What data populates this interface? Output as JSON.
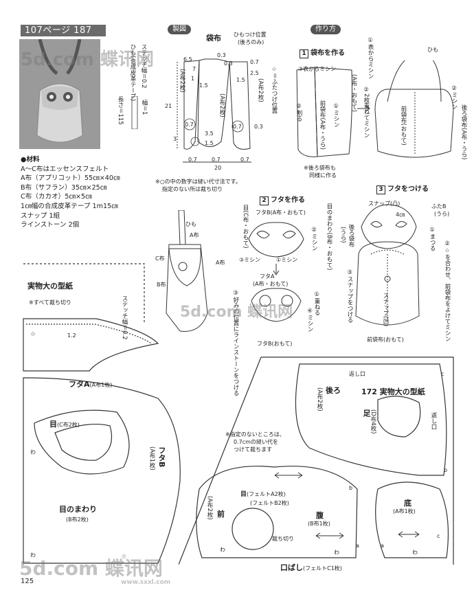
{
  "header": {
    "book_page": "107ページ 187",
    "page_number": "125"
  },
  "pills": {
    "diagram": "製図",
    "howto": "作り方"
  },
  "materials": {
    "title": "●材料",
    "lines": [
      "A～C布はエッセンスフェルト",
      "A布（アプリコット）55㎝×40㎝",
      "B布（サフラン）35㎝×25㎝",
      "C布（カカオ）5㎝×5㎝",
      "1㎝幅の合成皮革テープ 1m15㎝",
      "スナップ 1組",
      "ラインストーン 2個"
    ]
  },
  "diagram": {
    "title": "袋布",
    "strap_pos": "ひもつけ位置",
    "strap_pos_sub": "(後ろのみ)",
    "dims": [
      "6.5",
      "0.3",
      "0.3",
      "0.7",
      "2.5",
      "7",
      "1",
      "1.5",
      "1.5",
      "0.7",
      "0.7",
      "3.5",
      "1.5",
      "0.3",
      "3",
      "0.7",
      "0.7",
      "21",
      "20",
      "0.7"
    ],
    "cloth_left": "(A布2枚)",
    "cloth_center": "(A布2枚)",
    "cloth_right": "(A布2枚)",
    "flap_pos": "☆＝ふたつけ位置",
    "tape": "ひも(合成皮革テープ)",
    "stitch": "ステッチ幅＝0.2",
    "width_label": "幅＝1",
    "length_label": "長さ＝115",
    "note1": "※○の中の数字は縫い代寸法です。",
    "note2": "指定のない所は裁ち切り"
  },
  "howto": {
    "step1": {
      "num": "1",
      "title": "袋布を作る",
      "labels": [
        "③表からミシン",
        "(A布・おもて)",
        "前袋布(A布・うら)",
        "①ミシン",
        "②割る",
        "②2枚重ねてミシン",
        "①表からミシン",
        "ひも",
        "②ミシン",
        "後ろ袋布(A布・うら)",
        "前袋布(おもて)"
      ],
      "note1": "※後ろ袋布も",
      "note2": "同様に作る"
    },
    "step2": {
      "num": "2",
      "title": "フタを作る",
      "labels": [
        "フタB(A布・おもて)",
        "目(C布・おもて)",
        "目のまわり(B布・おもて)",
        "②ミシン",
        "③ミシン",
        "①ミシン",
        "フタA",
        "(A布・おもて)",
        "①重ねる",
        "③好みの位置にラインストーンをつける",
        "④ミシン",
        "フタB(おもて)"
      ]
    },
    "step3": {
      "num": "3",
      "title": "フタをつける",
      "labels": [
        "スナップ(凸)",
        "ふたB",
        "(うら)",
        "4㎝",
        "①まつる",
        "後ろ袋布",
        "(うら)",
        "②☆を合わせ、前袋布をよけてミシン",
        "③スナップをつける",
        "スナップ(凹)",
        "前袋布(おもて)"
      ]
    }
  },
  "side_labels": {
    "strap": "ひも",
    "a1": "A布",
    "c": "C布",
    "a2": "A布",
    "b": "B布"
  },
  "pattern_left": {
    "title": "実物大の型紙",
    "note": "※すべて裁ち切り",
    "stitch": "ステッチ幅＝0.2",
    "num": "1.2",
    "star": "☆",
    "futa_a": "フタA",
    "futa_a_cloth": "(A布1枚)",
    "eye": "目",
    "eye_cloth": "(C布2枚)",
    "futa_b": "フタB",
    "futa_b_cloth": "(A布1枚)",
    "eye_ring": "目のまわり",
    "eye_ring_cloth": "(B布2枚)",
    "wa1": "わ",
    "wa2": "わ"
  },
  "pattern_right": {
    "back_label": "後ろ",
    "back_cloth": "(A布2枚)",
    "return_top": "返し口",
    "title": "172 実物大の型紙",
    "foot": "足",
    "foot_cloth": "(D布4枚)",
    "return_foot": "返し口",
    "note1": "※指定のないところは、",
    "note2": "0.7cmの縫い代を",
    "note3": "つけて裁ちます",
    "eye": "目",
    "eye_felt_a": "(フェルトA2枚)",
    "eye_felt_b": "(フェルトB2枚)",
    "front": "前",
    "front_cloth": "(A布2枚)",
    "belly": "腹",
    "belly_cloth": "(B布1枚)",
    "cut": "裁ち切り",
    "beak": "口ばし",
    "beak_cloth": "(フェルトC1枚)",
    "bottom": "底",
    "bottom_cloth": "(A布1枚)",
    "letters": [
      "c",
      "b",
      "b",
      "c",
      "a",
      "a",
      "わ",
      "わ",
      "わ"
    ]
  },
  "watermarks": {
    "big": "5d.com 蝶讯网",
    "url": "www.sxxl.com",
    "reg": "®"
  }
}
